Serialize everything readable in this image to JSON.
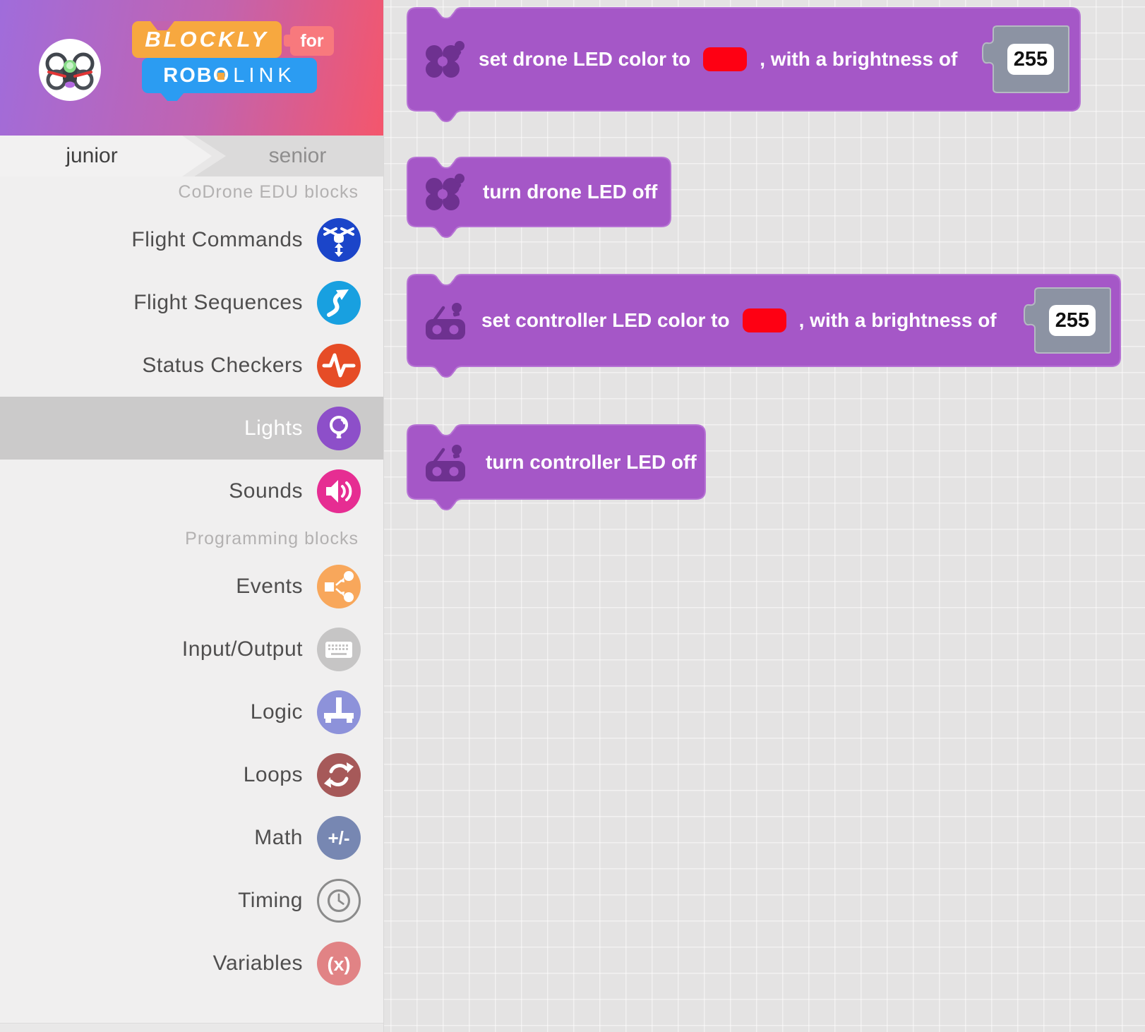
{
  "header": {
    "logo": {
      "line1": "BLOCKLY",
      "for": "for",
      "robo": "ROB",
      "o": "O",
      "link": "LINK"
    }
  },
  "tabs": {
    "junior": "junior",
    "senior": "senior"
  },
  "sidebar": {
    "section_codrone": "CoDrone EDU blocks",
    "section_programming": "Programming blocks",
    "items": [
      {
        "label": "Flight Commands",
        "icon": "drone-icon",
        "bg": "#1b45c9",
        "selected": false
      },
      {
        "label": "Flight Sequences",
        "icon": "zigzag-arrow-icon",
        "bg": "#18a0e0",
        "selected": false
      },
      {
        "label": "Status Checkers",
        "icon": "pulse-icon",
        "bg": "#e64c26",
        "selected": false
      },
      {
        "label": "Lights",
        "icon": "lightbulb-icon",
        "bg": "#8d4fc9",
        "selected": true
      },
      {
        "label": "Sounds",
        "icon": "speaker-icon",
        "bg": "#e62d92",
        "selected": false
      },
      {
        "label": "Events",
        "icon": "share-icon",
        "bg": "#f8a75b",
        "selected": false
      },
      {
        "label": "Input/Output",
        "icon": "keyboard-icon",
        "bg": "#c6c5c5",
        "selected": false
      },
      {
        "label": "Logic",
        "icon": "branch-icon",
        "bg": "#8d92da",
        "selected": false
      },
      {
        "label": "Loops",
        "icon": "refresh-icon",
        "bg": "#a65959",
        "selected": false
      },
      {
        "label": "Math",
        "icon": "plus-minus-icon",
        "bg": "#7787b2",
        "glyph": "+/-",
        "selected": false
      },
      {
        "label": "Timing",
        "icon": "clock-icon",
        "bg": "transparent",
        "selected": false
      },
      {
        "label": "Variables",
        "icon": "variable-x-icon",
        "bg": "#e18385",
        "glyph": "(x)",
        "selected": false
      }
    ]
  },
  "workspace": {
    "block_color": "#a557c7",
    "block_border": "#b672d4",
    "socket_color": "#8c93a3",
    "blocks": [
      {
        "name": "set-drone-led-color",
        "icon": "drone-icon",
        "text_before": "set drone LED color to",
        "color_value": "#fe0013",
        "text_after": ", with a brightness of",
        "brightness": "255"
      },
      {
        "name": "turn-drone-led-off",
        "icon": "drone-icon",
        "label": "turn drone LED off"
      },
      {
        "name": "set-controller-led-color",
        "icon": "controller-icon",
        "text_before": "set controller LED color to",
        "color_value": "#fe0013",
        "text_after": ", with a brightness of",
        "brightness": "255"
      },
      {
        "name": "turn-controller-led-off",
        "icon": "controller-icon",
        "label": "turn controller LED off"
      }
    ]
  }
}
